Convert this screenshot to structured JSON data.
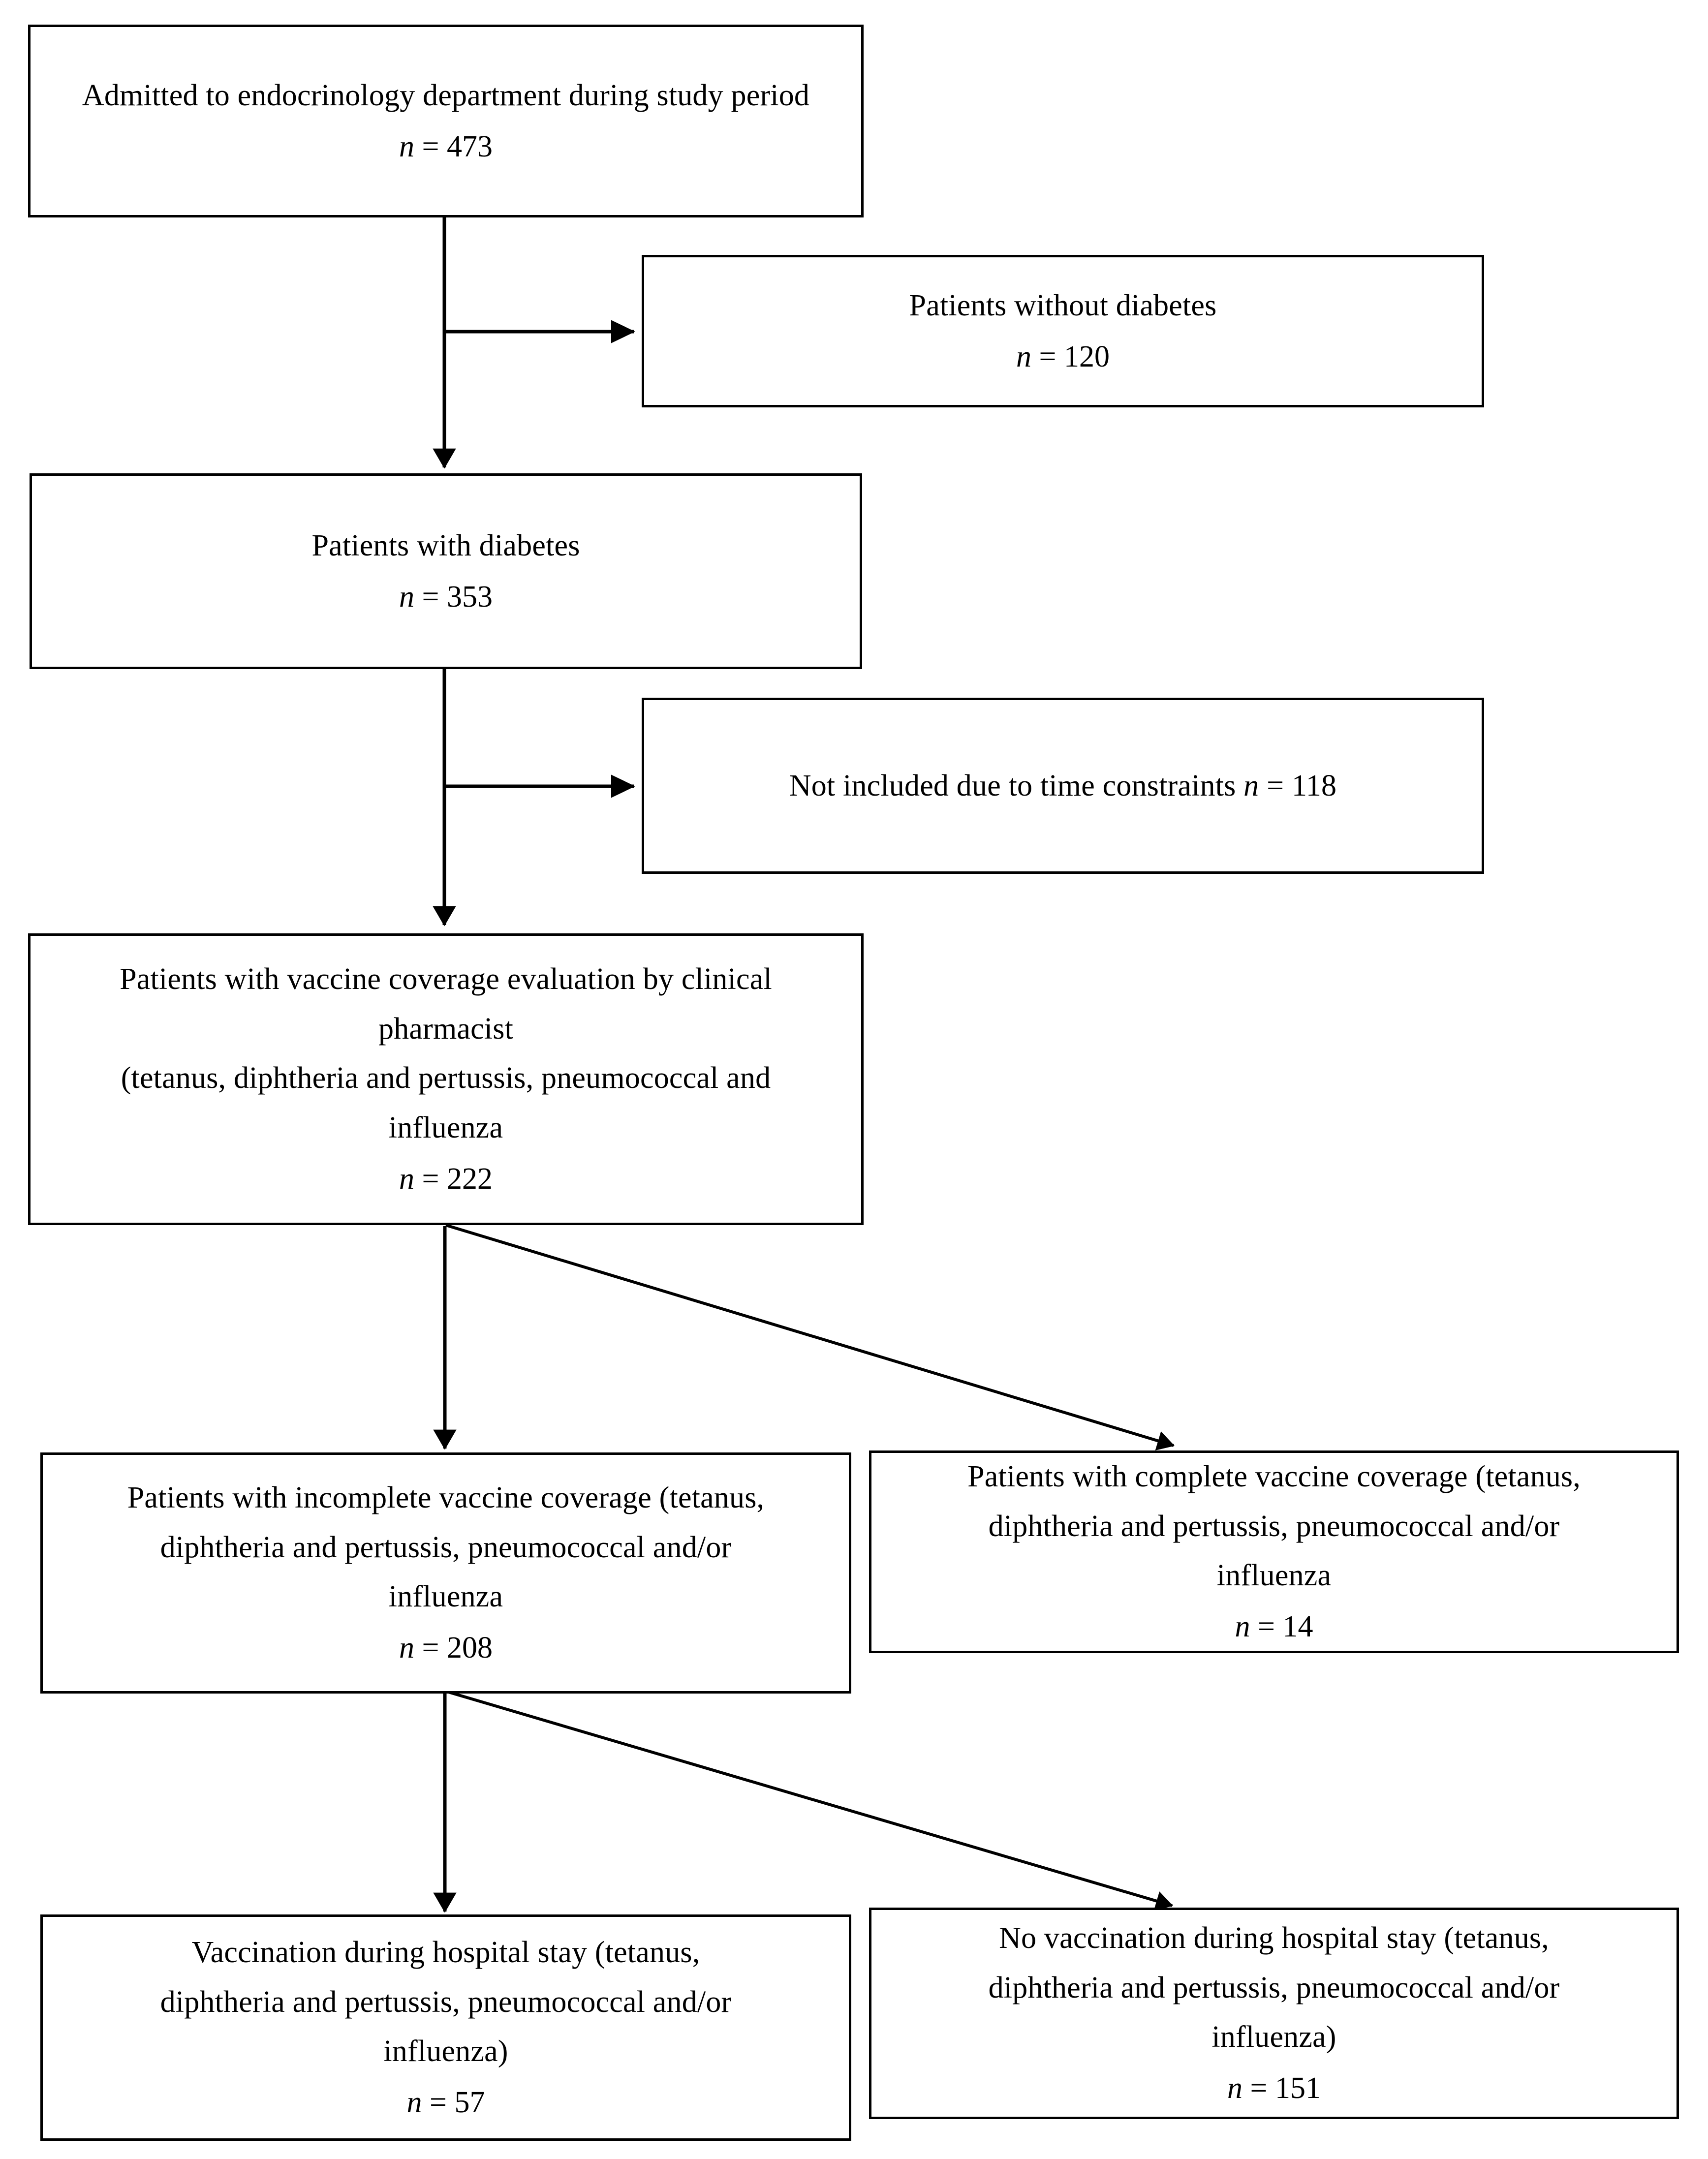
{
  "diagram": {
    "type": "patient-flow-diagram",
    "title": "Study patient flow (STROBE-style flow diagram)",
    "stroke_color": "#000000",
    "background_color": "#ffffff",
    "nodes": [
      {
        "id": "admitted",
        "label": "Admitted to endocrinology department during study period",
        "n_label": "n = 473",
        "n_prefix": "n",
        "n_value": "473",
        "lines": [
          "Admitted to endocrinology department during study",
          "period"
        ]
      },
      {
        "id": "without-diabetes",
        "label": "Patients without diabetes",
        "n_label": "n = 120",
        "n_prefix": "n",
        "n_value": "120",
        "lines": [
          "Patients without diabetes"
        ]
      },
      {
        "id": "with-diabetes",
        "label": "Patients with diabetes",
        "n_label": "n = 353",
        "n_prefix": "n",
        "n_value": "353",
        "lines": [
          "Patients with diabetes"
        ]
      },
      {
        "id": "not-included-time",
        "label": "Not included due to time constraints n = 118",
        "n_label": "n = 118",
        "n_prefix": "n",
        "n_value": "118",
        "inline_text": "Not included due to time constraints ",
        "lines": [
          "Not included due to time constraints n = 118"
        ]
      },
      {
        "id": "vaccine-evaluation",
        "label": "Patients with vaccine coverage evaluation by clinical pharmacist (tetanus, diphtheria and pertussis, pneumococcal and influenza",
        "n_label": "n = 222",
        "n_prefix": "n",
        "n_value": "222",
        "lines": [
          "Patients with vaccine coverage evaluation by clinical",
          "pharmacist",
          "(tetanus, diphtheria and pertussis, pneumococcal and",
          "influenza"
        ]
      },
      {
        "id": "incomplete-coverage",
        "label": "Patients with incomplete vaccine coverage (tetanus, diphtheria and pertussis, pneumococcal and/or influenza",
        "n_label": "n = 208",
        "n_prefix": "n",
        "n_value": "208",
        "lines": [
          "Patients with incomplete vaccine coverage (tetanus,",
          "diphtheria and pertussis, pneumococcal and/or",
          "influenza"
        ]
      },
      {
        "id": "complete-coverage",
        "label": "Patients with complete vaccine coverage (tetanus, diphtheria and pertussis, pneumococcal and/or influenza",
        "n_label": "n = 14",
        "n_prefix": "n",
        "n_value": "14",
        "lines": [
          "Patients with complete vaccine coverage (tetanus,",
          "diphtheria and pertussis, pneumococcal and/or",
          "influenza"
        ]
      },
      {
        "id": "vaccinated-in-hospital",
        "label": "Vaccination during hospital stay (tetanus, diphtheria and pertussis, pneumococcal and/or influenza)",
        "n_label": "n = 57",
        "n_prefix": "n",
        "n_value": "57",
        "lines": [
          "Vaccination during hospital stay (tetanus,",
          "diphtheria and pertussis, pneumococcal and/or",
          "influenza)"
        ]
      },
      {
        "id": "not-vaccinated-in-hospital",
        "label": "No vaccination during hospital stay (tetanus, diphtheria and pertussis, pneumococcal and/or influenza)",
        "n_label": "n = 151",
        "n_prefix": "n",
        "n_value": "151",
        "lines": [
          "No vaccination during hospital stay (tetanus,",
          "diphtheria and pertussis, pneumococcal and/or",
          "influenza)"
        ]
      }
    ],
    "edges": [
      {
        "id": "admitted-to-exclusion-120",
        "from": "admitted",
        "to": "without-diabetes",
        "kind": "elbow-right"
      },
      {
        "id": "admitted-to-with-diabetes",
        "from": "admitted",
        "to": "with-diabetes",
        "kind": "vertical"
      },
      {
        "id": "diabetes-to-exclusion-118",
        "from": "with-diabetes",
        "to": "not-included-time",
        "kind": "elbow-right"
      },
      {
        "id": "diabetes-to-evaluation",
        "from": "with-diabetes",
        "to": "vaccine-evaluation",
        "kind": "vertical"
      },
      {
        "id": "evaluation-to-incomplete",
        "from": "vaccine-evaluation",
        "to": "incomplete-coverage",
        "kind": "vertical"
      },
      {
        "id": "evaluation-to-complete",
        "from": "vaccine-evaluation",
        "to": "complete-coverage",
        "kind": "diagonal"
      },
      {
        "id": "incomplete-to-vaccinated",
        "from": "incomplete-coverage",
        "to": "vaccinated-in-hospital",
        "kind": "vertical"
      },
      {
        "id": "incomplete-to-not-vaccinated",
        "from": "incomplete-coverage",
        "to": "not-vaccinated-in-hospital",
        "kind": "diagonal"
      }
    ]
  }
}
